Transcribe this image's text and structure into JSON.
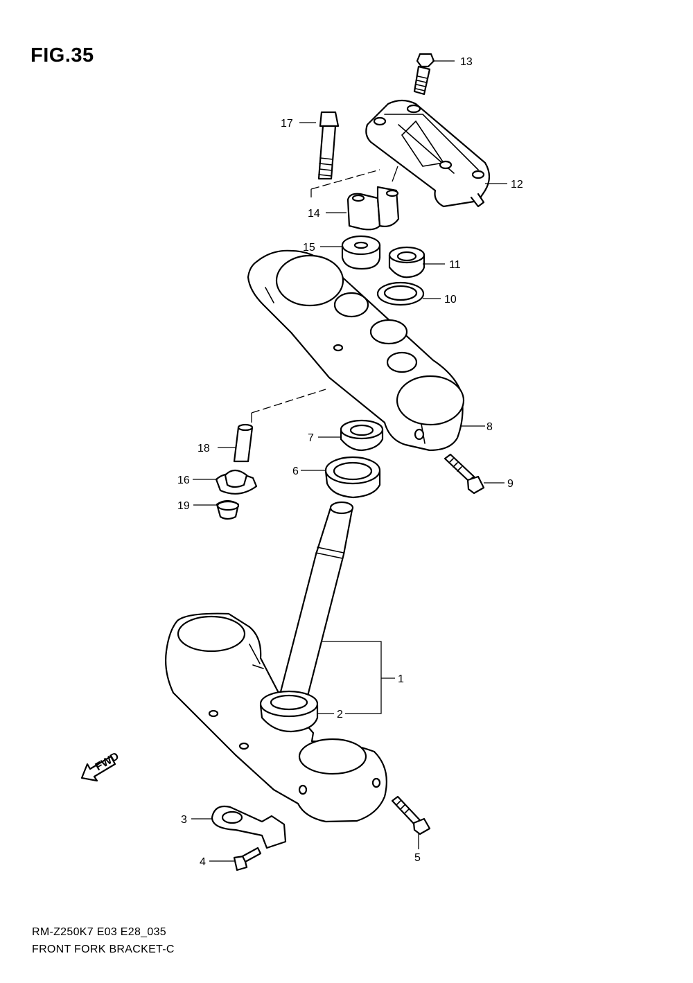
{
  "figure": {
    "title": "FIG.35"
  },
  "footer": {
    "model_code": "RM-Z250K7 E03 E28_035",
    "diagram_name": "FRONT FORK BRACKET-C"
  },
  "direction_indicator": {
    "label": "FWD"
  },
  "callouts": {
    "c1": "1",
    "c2": "2",
    "c3": "3",
    "c4": "4",
    "c5": "5",
    "c6": "6",
    "c7": "7",
    "c8": "8",
    "c9": "9",
    "c10": "10",
    "c11": "11",
    "c12": "12",
    "c13": "13",
    "c14": "14",
    "c15": "15",
    "c16": "16",
    "c17": "17",
    "c18": "18",
    "c19": "19"
  }
}
